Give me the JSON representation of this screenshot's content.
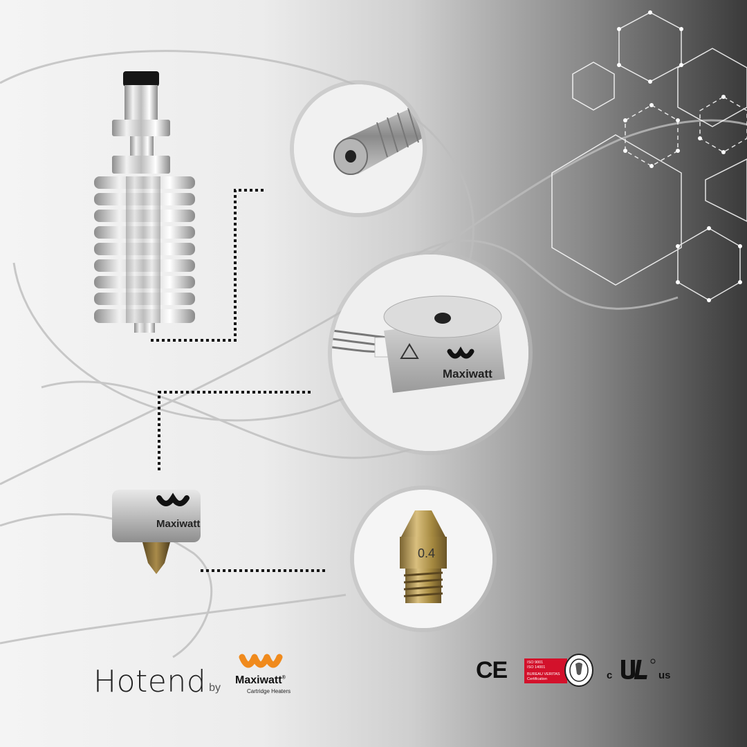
{
  "brand": {
    "product_word": "Hotend",
    "by_word": "by",
    "company": "Maxiwatt",
    "company_tagline": "Cartridge Heaters",
    "registered_mark": "®"
  },
  "parts": {
    "heater_block_engraving": "Maxiwatt",
    "nozzle_size_marking": "0.4"
  },
  "certifications": {
    "ce": "CE",
    "bureau_veritas": [
      "ISO 9001",
      "ISO 14001",
      "BUREAU VERITAS",
      "Certification"
    ],
    "ul_left": "c",
    "ul_right": "us"
  },
  "colors": {
    "brand_orange": "#f08a1c",
    "bv_red": "#d3112b",
    "metal": "#c9c9c9"
  }
}
